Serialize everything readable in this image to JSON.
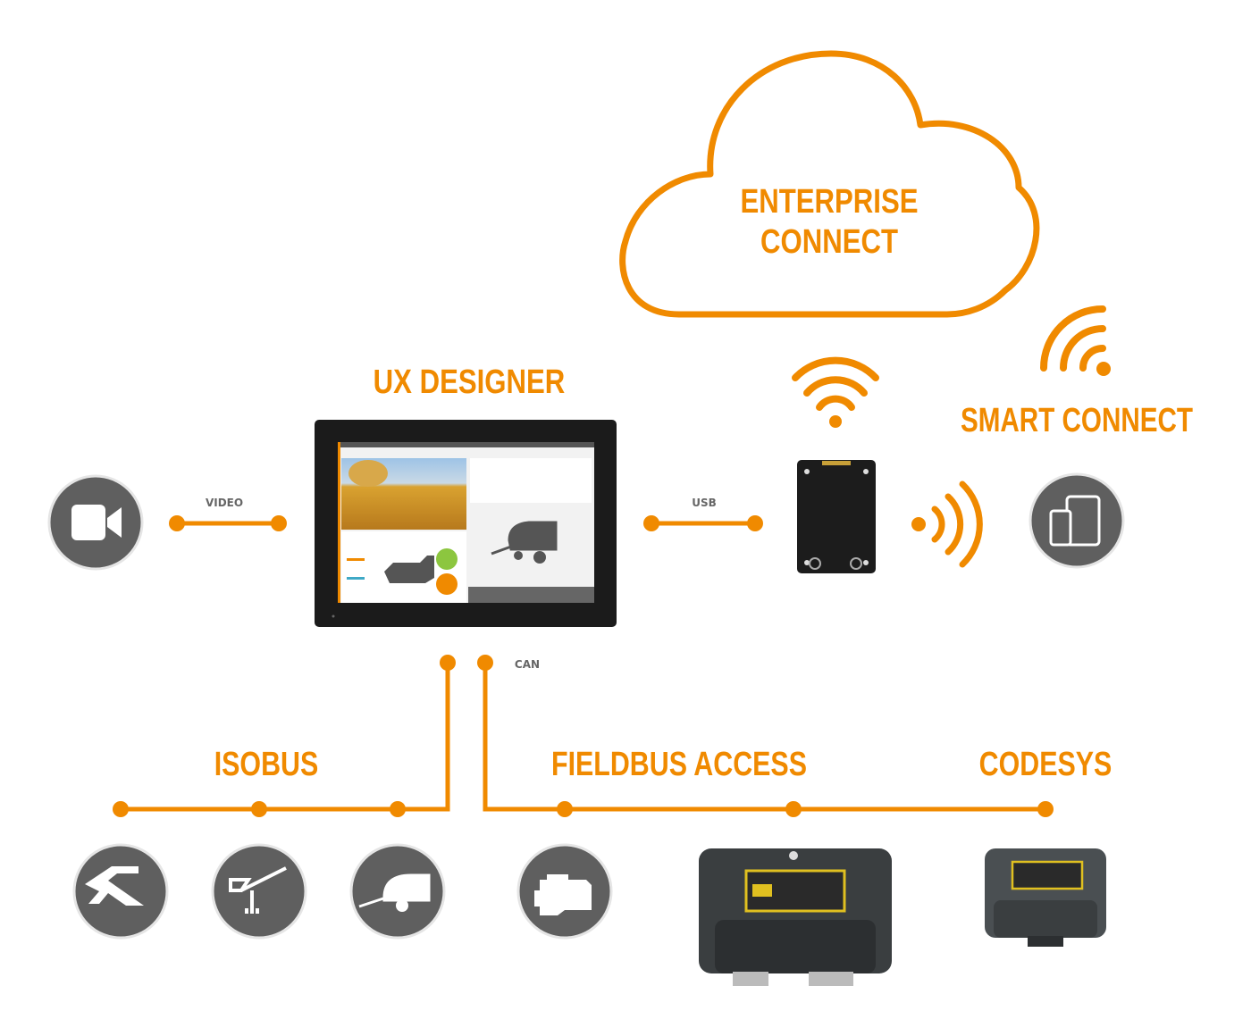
{
  "colors": {
    "accent": "#F08A00",
    "icon_circle": "#5F5F5F",
    "device": "#1A1A1A"
  },
  "cloud": {
    "line1": "ENTERPRISE",
    "line2": "CONNECT"
  },
  "display": {
    "title": "UX DESIGNER"
  },
  "connections": {
    "video": "VIDEO",
    "usb": "USB",
    "can": "CAN"
  },
  "smart_connect": {
    "title": "SMART CONNECT"
  },
  "buses": {
    "isobus": "ISOBUS",
    "fieldbus": "FIELDBUS ACCESS",
    "codesys": "CODESYS"
  },
  "icons": {
    "left": "video-camera-icon",
    "right": "phone-tablet-icon",
    "isobus": [
      "plough-icon",
      "sprayer-icon",
      "baler-icon"
    ],
    "fieldbus": [
      "engine-icon"
    ]
  }
}
